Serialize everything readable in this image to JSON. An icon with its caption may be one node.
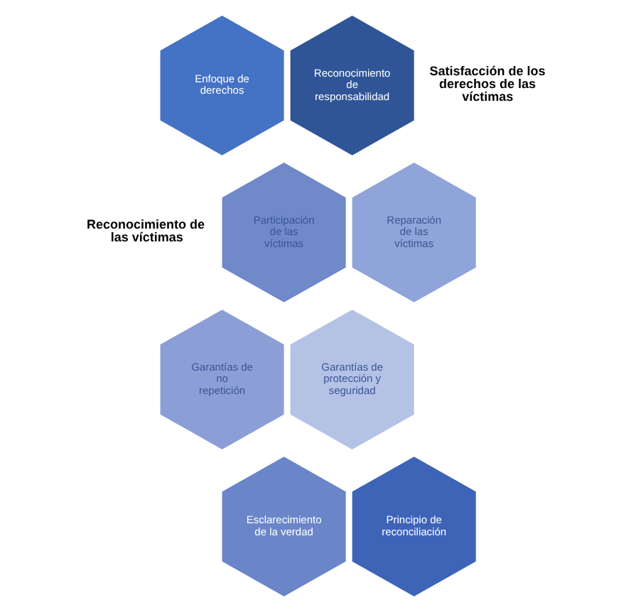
{
  "diagram": {
    "nodes": [
      {
        "text": [
          "Enfoque de derechos"
        ]
      },
      {
        "text": [
          "Reconocimiento de responsabilidad"
        ]
      },
      {
        "text": [
          "Participación de las víctimas"
        ]
      },
      {
        "text": [
          "Reparación de las víctimas"
        ]
      },
      {
        "text": [
          "Garantías de no repetición"
        ]
      },
      {
        "text": [
          "Garantías de protección y seguridad"
        ]
      },
      {
        "text": [
          "Esclarecimiento de la verdad"
        ]
      },
      {
        "text": [
          "Principio de reconciliación"
        ]
      }
    ],
    "labels": [
      "Satisfacción de los derechos de las víctimas",
      "Reconocimiento de las víctimas"
    ]
  }
}
